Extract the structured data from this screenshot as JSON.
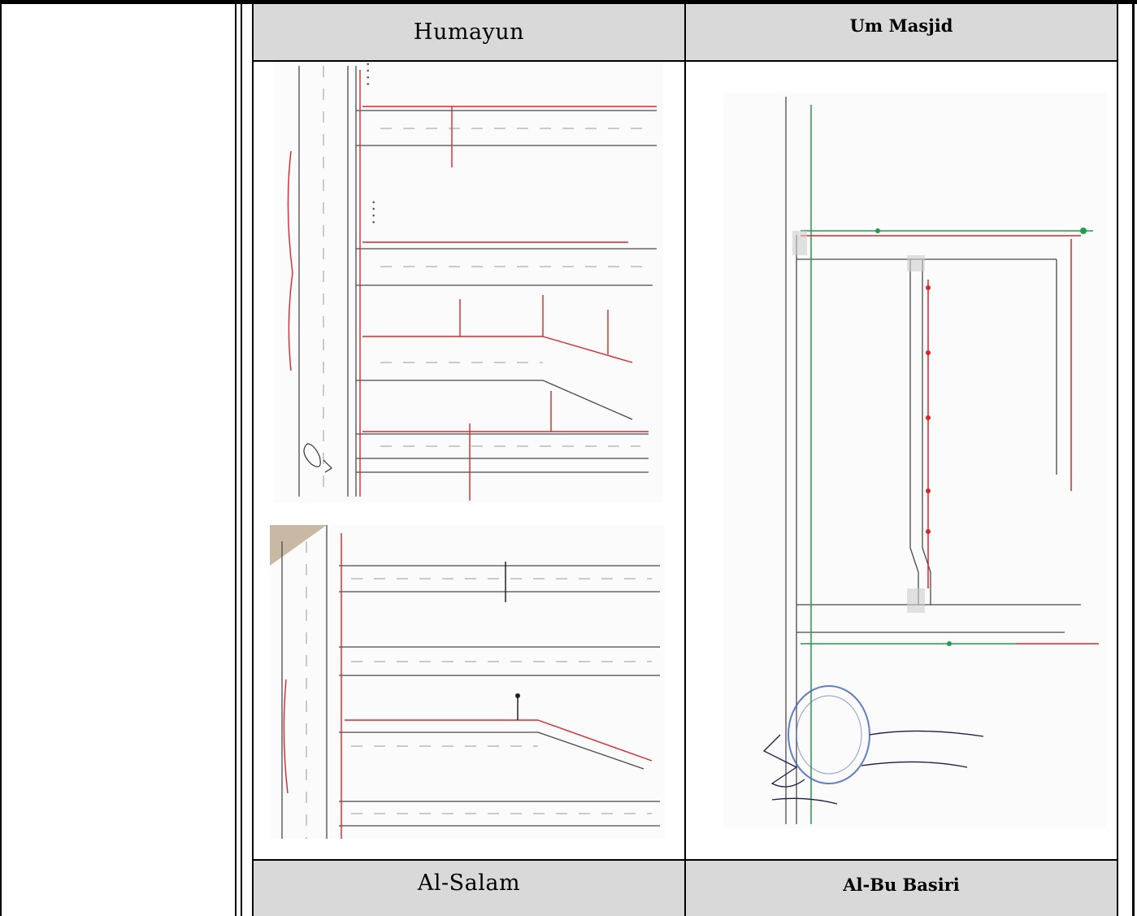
{
  "table": {
    "row1": {
      "left_heading": "Humayun",
      "right_heading": "Um Masjid"
    },
    "row2": {
      "left_heading": "Al-Salam",
      "right_heading": "Al-Bu Basiri"
    }
  },
  "figures": {
    "humayun_top": {
      "kind": "hand-drawn road sketch",
      "annotation_color": "#d9262b",
      "line_color": "#4a4a4a"
    },
    "humayun_bottom": {
      "kind": "hand-drawn road sketch",
      "annotation_color": "#d9262b",
      "line_color": "#4a4a4a"
    },
    "um_masjid": {
      "kind": "hand-drawn road sketch with stamp",
      "annotation_color": "#d9262b",
      "accent_color": "#1f9d4a",
      "stamp_color": "#3d5fbf"
    }
  }
}
